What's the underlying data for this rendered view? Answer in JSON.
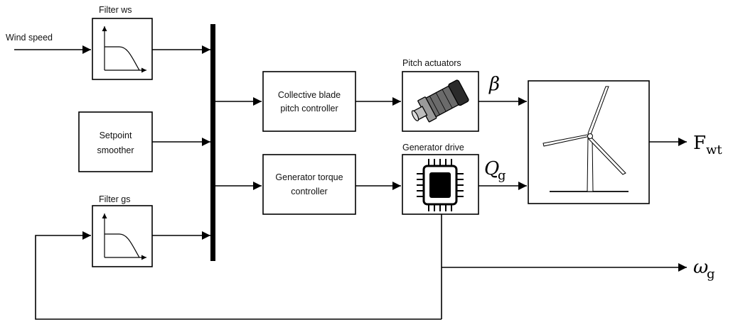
{
  "inputs": {
    "wind_speed": "Wind speed"
  },
  "filters": {
    "ws_title": "Filter ws",
    "gs_title": "Filter gs"
  },
  "setpoint": {
    "line1": "Setpoint",
    "line2": "smoother"
  },
  "controllers": {
    "pitch_line1": "Collective blade",
    "pitch_line2": "pitch controller",
    "torque_line1": "Generator torque",
    "torque_line2": "controller"
  },
  "actuators": {
    "pitch_title": "Pitch actuators",
    "generator_title": "Generator drive"
  },
  "signals": {
    "beta": "β",
    "qg_main": "Q",
    "qg_sub": "g",
    "fwt_main": "F",
    "fwt_sub": "wt",
    "omega_main": "ω",
    "omega_sub": "g"
  },
  "icons": {
    "filter": "lowpass-response-icon",
    "pitch": "motor-icon",
    "generator": "chip-icon",
    "turbine": "wind-turbine-icon"
  }
}
